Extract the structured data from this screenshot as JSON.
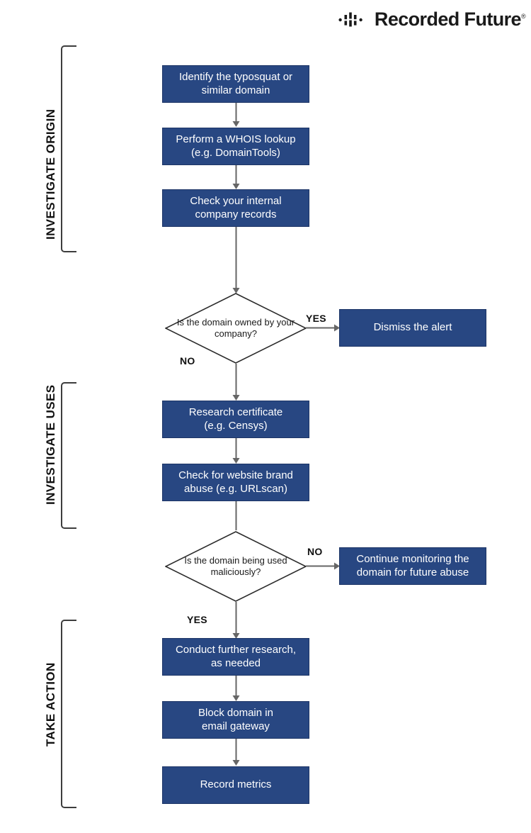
{
  "brand": {
    "name": "Recorded Future",
    "registered_mark": "®",
    "logo_icon": "recorded-future-mark"
  },
  "colors": {
    "node_fill": "#284782",
    "node_text": "#ffffff",
    "connector": "#666666",
    "outline": "#3d3d3d",
    "label_text": "#111111",
    "background": "#ffffff"
  },
  "sections": [
    {
      "id": "investigate-origin",
      "label": "INVESTIGATE ORIGIN"
    },
    {
      "id": "investigate-uses",
      "label": "INVESTIGATE USES"
    },
    {
      "id": "take-action",
      "label": "TAKE ACTION"
    }
  ],
  "nodes": [
    {
      "id": "identify-typosquat",
      "type": "process",
      "line1": "Identify the typosquat or",
      "line2": "similar domain"
    },
    {
      "id": "whois-lookup",
      "type": "process",
      "line1": "Perform a WHOIS lookup",
      "line2": "(e.g. DomainTools)"
    },
    {
      "id": "internal-records",
      "type": "process",
      "line1": "Check your internal",
      "line2": "company records"
    },
    {
      "id": "domain-owned-decision",
      "type": "decision",
      "line1": "Is the domain owned",
      "line2": "by your company?"
    },
    {
      "id": "dismiss-alert",
      "type": "process",
      "line1": "Dismiss the alert",
      "line2": ""
    },
    {
      "id": "research-certificate",
      "type": "process",
      "line1": "Research certificate",
      "line2": "(e.g. Censys)"
    },
    {
      "id": "website-brand-abuse",
      "type": "process",
      "line1": "Check for website brand",
      "line2": "abuse (e.g. URLscan)"
    },
    {
      "id": "malicious-decision",
      "type": "decision",
      "line1": "Is the domain being",
      "line2": "used maliciously?"
    },
    {
      "id": "continue-monitoring",
      "type": "process",
      "line1": "Continue monitoring the",
      "line2": "domain for future abuse"
    },
    {
      "id": "further-research",
      "type": "process",
      "line1": "Conduct further research,",
      "line2": "as needed"
    },
    {
      "id": "block-domain",
      "type": "process",
      "line1": "Block domain in",
      "line2": "email gateway"
    },
    {
      "id": "record-metrics",
      "type": "process",
      "line1": "Record metrics",
      "line2": ""
    }
  ],
  "branches": [
    {
      "id": "owned-yes",
      "label": "YES",
      "from": "domain-owned-decision",
      "to": "dismiss-alert"
    },
    {
      "id": "owned-no",
      "label": "NO",
      "from": "domain-owned-decision",
      "to": "research-certificate"
    },
    {
      "id": "malicious-no",
      "label": "NO",
      "from": "malicious-decision",
      "to": "continue-monitoring"
    },
    {
      "id": "malicious-yes",
      "label": "YES",
      "from": "malicious-decision",
      "to": "further-research"
    }
  ]
}
